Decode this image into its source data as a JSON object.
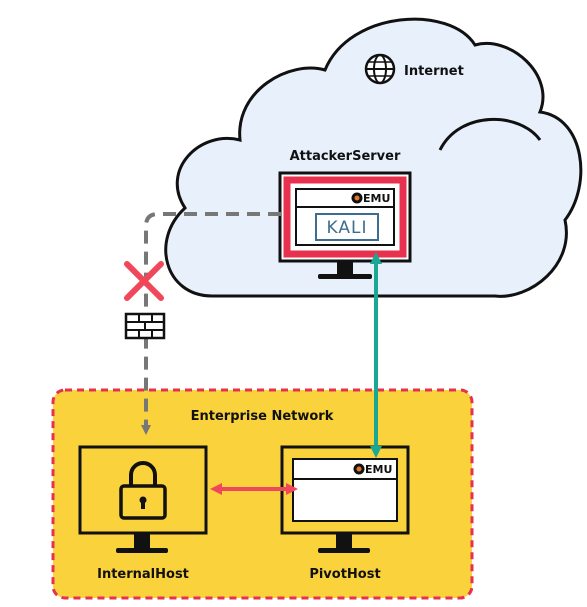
{
  "labels": {
    "internet": "Internet",
    "attacker_server": "AttackerServer",
    "enterprise_network": "Enterprise Network",
    "internal_host": "InternalHost",
    "pivot_host": "PivotHost"
  },
  "logos": {
    "qemu_attacker": "EMU",
    "qemu_pivot": "EMU",
    "kali": "KALI"
  },
  "icons": {
    "internet": "globe-icon",
    "blocked": "red-x-icon",
    "firewall": "brick-wall-icon",
    "internal_host": "padlock-icon"
  },
  "colors": {
    "attacker_screen_border": "#e8304f",
    "enterprise_fill": "#f9d23c",
    "enterprise_border": "#e8304f",
    "teal_link": "#1aa894",
    "red_link": "#f0475a",
    "blocked_path": "#777777",
    "red_x": "#f0475a"
  }
}
